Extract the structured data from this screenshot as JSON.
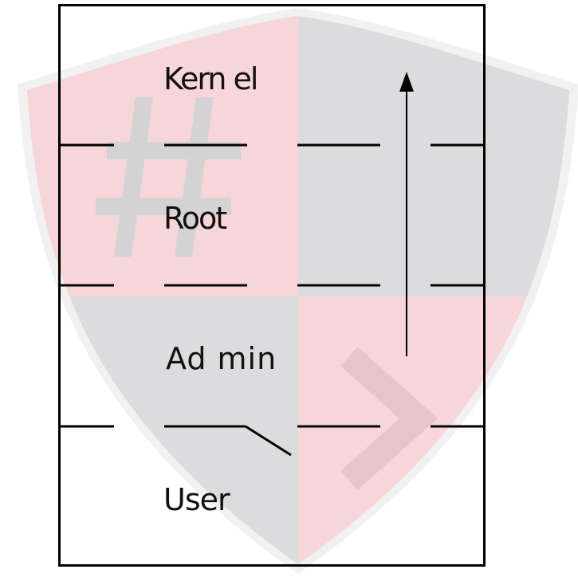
{
  "levels": {
    "kernel": "Kern el",
    "root": "Root",
    "admin": "Ad min",
    "user": "User"
  },
  "icons": {
    "background": "shield-icon",
    "hash": "hash-icon",
    "chevron": "chevron-right-icon",
    "arrow": "arrow-up-icon"
  },
  "colors": {
    "shield_red": "#f6d6d8",
    "shield_grey": "#dcdcde",
    "glyph_grey": "#d3d3d3",
    "glyph_on_red": "#e7c9cb",
    "line": "#000000"
  }
}
